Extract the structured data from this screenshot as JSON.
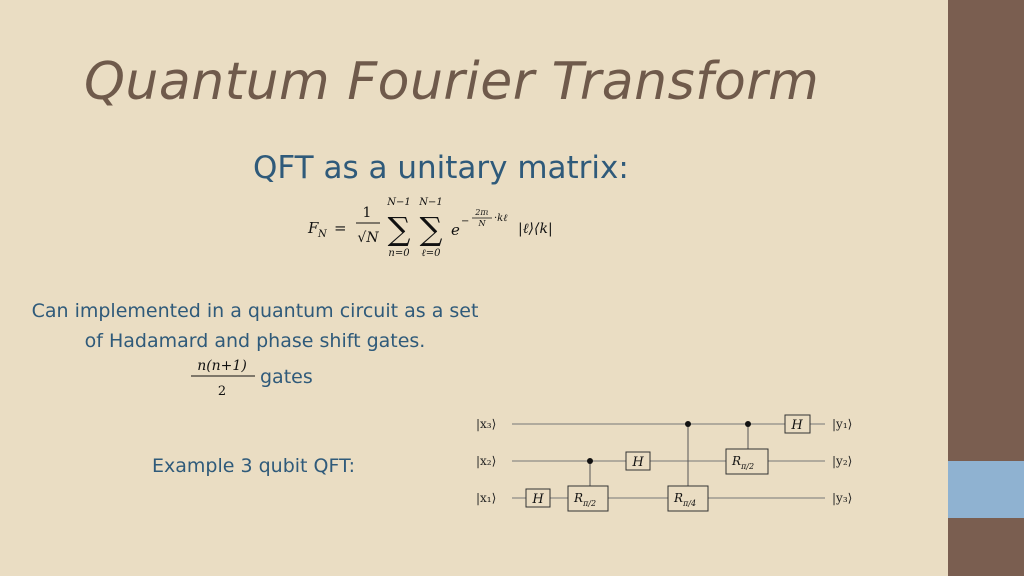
{
  "slide": {
    "title": "Quantum Fourier Transform",
    "subtitle": "QFT as a unitary matrix:",
    "formula": {
      "lhs": "F",
      "lhs_sub": "N",
      "equals": "=",
      "frac_num": "1",
      "frac_den": "√N",
      "sum1_top": "N−1",
      "sum1_bottom": "n=0",
      "sum2_top": "N−1",
      "sum2_bottom": "ℓ=0",
      "sigma": "∑",
      "exp_base": "e",
      "exp_minus": "−",
      "exp_frac_num": "2πι",
      "exp_frac_den": "N",
      "exp_tail": "·kℓ",
      "ketbra": "|ℓ⟩⟨k|"
    },
    "body_line1": "Can implemented in a quantum circuit as a set",
    "body_line2": "of Hadamard and phase shift gates.",
    "gates_frac_num": "n(n+1)",
    "gates_frac_den": "2",
    "gates_word": "gates",
    "example_label": "Example 3 qubit QFT:",
    "circuit": {
      "inputs": [
        "|x₃⟩",
        "|x₂⟩",
        "|x₁⟩"
      ],
      "outputs": [
        "|y₁⟩",
        "|y₂⟩",
        "|y₃⟩"
      ],
      "gate_h": "H",
      "gate_r2": "R",
      "gate_r2_sub": "π/2",
      "gate_r4": "R",
      "gate_r4_sub": "π/4"
    }
  },
  "colors": {
    "background": "#eaddc3",
    "side_band": "#7a5e50",
    "side_accent": "#8fb2d1",
    "title": "#6f5a4b",
    "text": "#2f5a7a"
  }
}
